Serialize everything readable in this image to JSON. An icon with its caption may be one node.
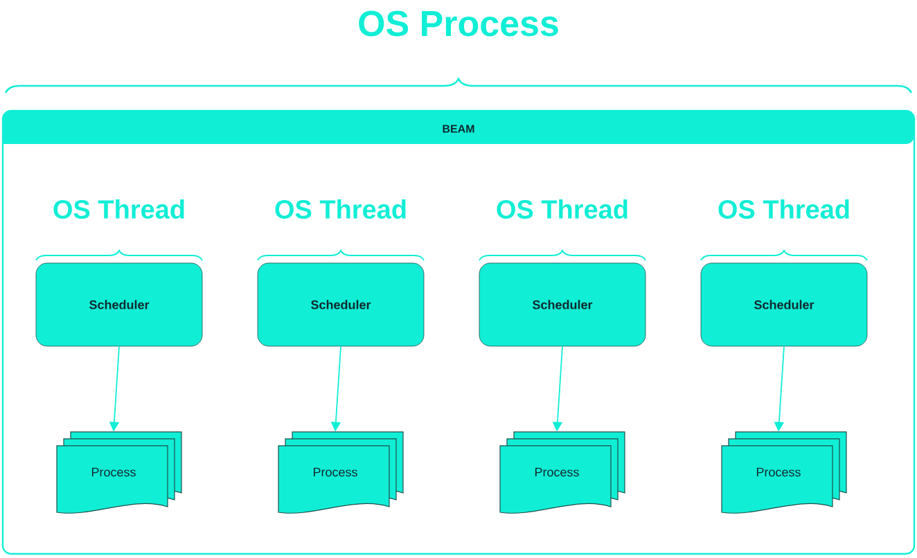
{
  "diagram": {
    "title": "OS Process",
    "nodes": [
      {
        "text": [
          "BEAM"
        ]
      },
      {
        "text": [
          "Scheduler"
        ],
        "in": 0
      },
      {
        "text": [
          "Scheduler"
        ],
        "in": 0
      },
      {
        "text": [
          "Scheduler"
        ],
        "in": 0
      },
      {
        "text": [
          "Scheduler"
        ],
        "in": 0
      },
      {
        "text": [
          "Process"
        ],
        "in": 0
      },
      {
        "text": [
          "Process"
        ],
        "in": 0
      },
      {
        "text": [
          "Process"
        ],
        "in": 0
      },
      {
        "text": [
          "Process"
        ],
        "in": 0
      }
    ],
    "edges": [
      {
        "from": 1,
        "to": 5,
        "arrow": "to"
      },
      {
        "from": 2,
        "to": 6,
        "arrow": "to"
      },
      {
        "from": 3,
        "to": 7,
        "arrow": "to"
      },
      {
        "from": 4,
        "to": 8,
        "arrow": "to"
      }
    ],
    "labels": [
      "OS Thread",
      "OS Thread",
      "OS Thread",
      "OS Thread"
    ]
  }
}
